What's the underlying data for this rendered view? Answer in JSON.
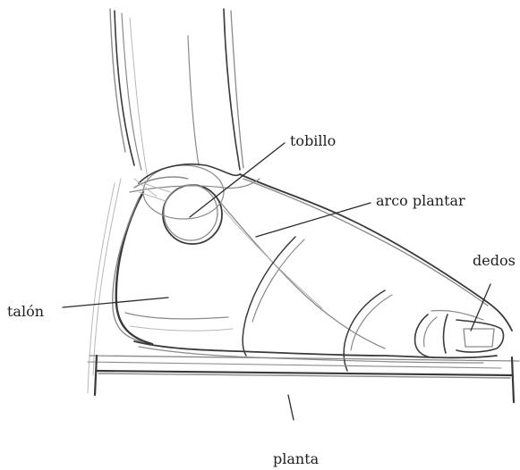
{
  "labels": {
    "tobillo": "tobillo",
    "arco_plantar": "arco plantar",
    "dedos": "dedos",
    "talon": "talón",
    "planta": "planta"
  },
  "colors": {
    "ink": "#3a3a3a",
    "pencil": "#8a8a8a",
    "paper": "#ffffff"
  }
}
